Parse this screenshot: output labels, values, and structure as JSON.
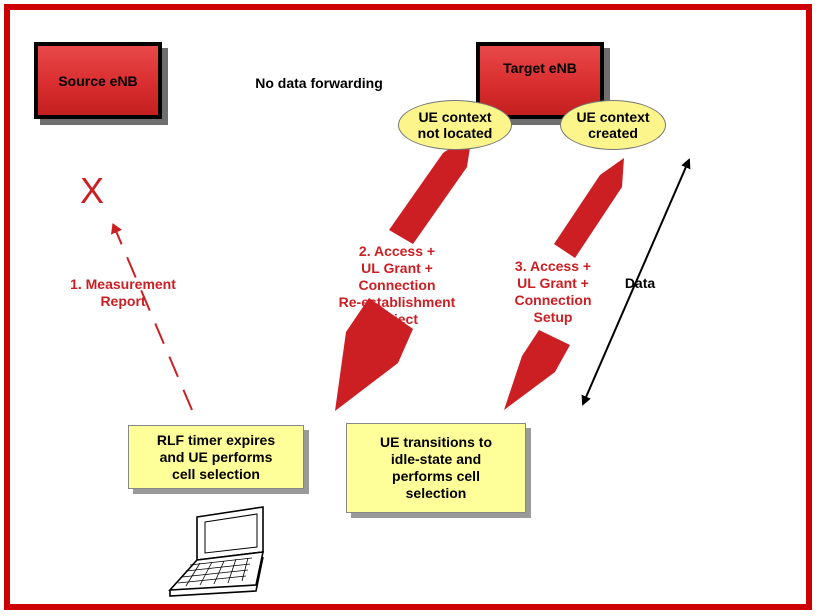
{
  "nodes": {
    "source_enb": "Source eNB",
    "target_enb": "Target eNB"
  },
  "no_forwarding_label": "No data forwarding",
  "context_not_located": [
    "UE context",
    "not located"
  ],
  "context_created": [
    "UE context",
    "created"
  ],
  "failure_mark": "X",
  "measurement_report": [
    "1. Measurement",
    "Report"
  ],
  "reestablishment_reject": [
    "2. Access +",
    "UL Grant +",
    "Connection",
    "Re-establishment",
    "Reject"
  ],
  "connection_setup": [
    "3. Access +",
    "UL Grant +",
    "Connection",
    "Setup"
  ],
  "data_label": "Data",
  "rlf_box": [
    "RLF timer expires",
    "and UE performs",
    "cell selection"
  ],
  "idle_box": [
    "UE transitions to",
    "idle-state and",
    "performs cell",
    "selection"
  ],
  "colors": {
    "frame": "#cc0000",
    "enb_fill": "#d92e2f",
    "message_red": "#cc1f24",
    "ellipse_fill": "#fbf58c",
    "box_fill": "#ffff99"
  }
}
